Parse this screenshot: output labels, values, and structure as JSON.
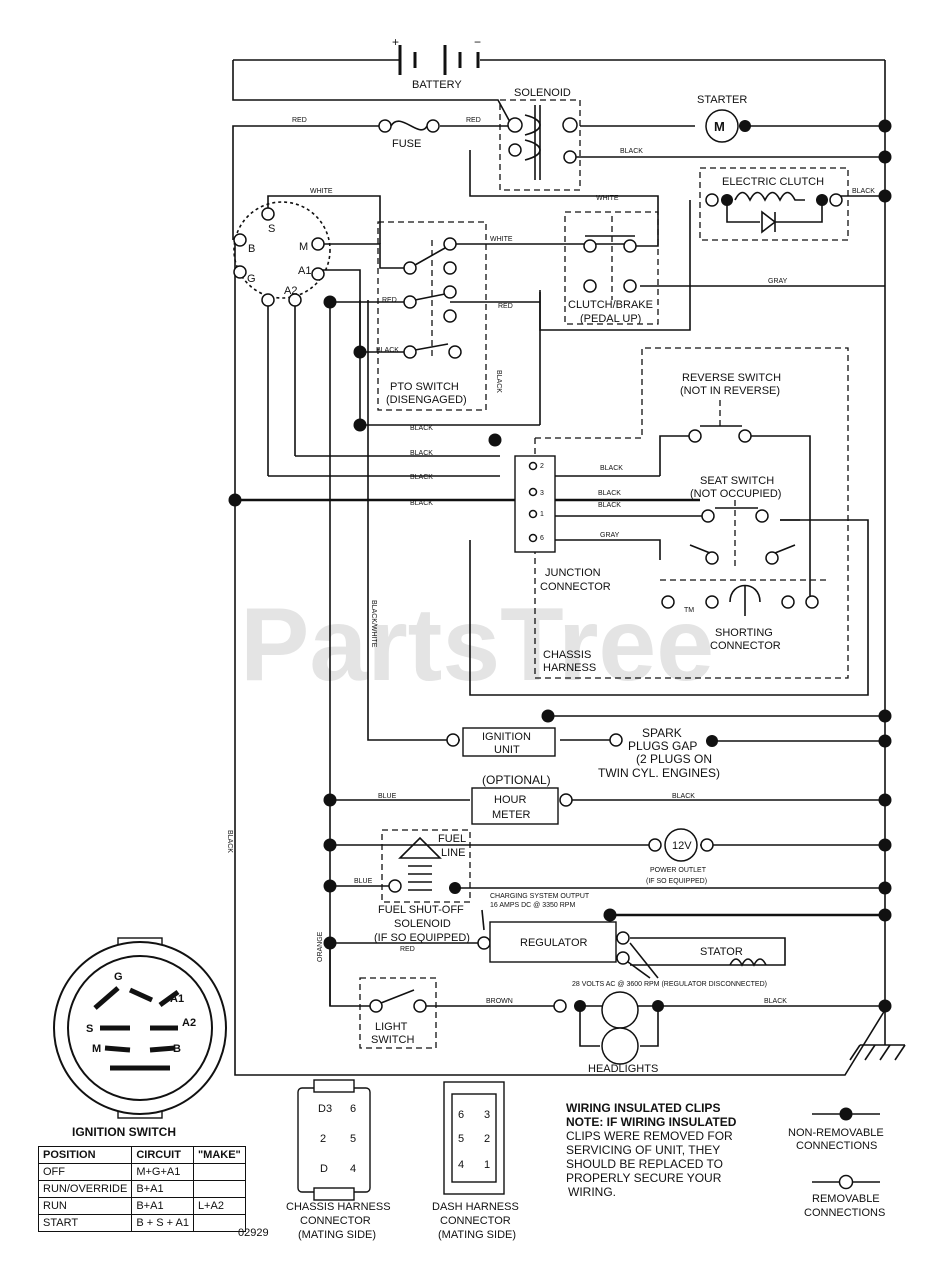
{
  "watermark": "PartsTree",
  "trademark": "TM",
  "drawing_number": "02929",
  "labels": {
    "battery": "BATTERY",
    "battery_plus": "+",
    "battery_minus": "−",
    "solenoid": "SOLENOID",
    "starter": "STARTER",
    "starter_m": "M",
    "fuse": "FUSE",
    "electric_clutch": "ELECTRIC CLUTCH",
    "clutch_brake_1": "CLUTCH/BRAKE",
    "clutch_brake_2": "(PEDAL UP)",
    "pto_switch_1": "PTO SWITCH",
    "pto_switch_2": "(DISENGAGED)",
    "reverse_switch_1": "REVERSE SWITCH",
    "reverse_switch_2": "(NOT IN REVERSE)",
    "seat_switch_1": "SEAT SWITCH",
    "seat_switch_2": "(NOT OCCUPIED)",
    "junction_connector_1": "JUNCTION",
    "junction_connector_2": "CONNECTOR",
    "shorting_connector_1": "SHORTING",
    "shorting_connector_2": "CONNECTOR",
    "chassis_harness_1": "CHASSIS",
    "chassis_harness_2": "HARNESS",
    "ignition_unit_1": "IGNITION",
    "ignition_unit_2": "UNIT",
    "spark_plugs_1": "SPARK",
    "spark_plugs_2": "PLUGS GAP",
    "spark_plugs_3": "(2 PLUGS ON",
    "spark_plugs_4": "TWIN CYL. ENGINES)",
    "optional": "(OPTIONAL)",
    "hour_meter_1": "HOUR",
    "hour_meter_2": "METER",
    "fuel_line_1": "FUEL",
    "fuel_line_2": "LINE",
    "power_outlet_12v": "12V",
    "power_outlet_1": "POWER OUTLET",
    "power_outlet_2": "(IF SO EQUIPPED)",
    "fuel_solenoid_1": "FUEL SHUT-OFF",
    "fuel_solenoid_2": "SOLENOID",
    "fuel_solenoid_3": "(IF SO EQUIPPED)",
    "charging_1": "CHARGING SYSTEM OUTPUT",
    "charging_2": "16 AMPS DC @ 3350 RPM",
    "regulator": "REGULATOR",
    "stator": "STATOR",
    "ac_volts": "28 VOLTS AC @ 3600 RPM (REGULATOR DISCONNECTED)",
    "light_switch_1": "LIGHT",
    "light_switch_2": "SWITCH",
    "headlights": "HEADLIGHTS",
    "ignition_switch": "IGNITION SWITCH",
    "chassis_connector_1": "CHASSIS HARNESS",
    "chassis_connector_2": "CONNECTOR",
    "chassis_connector_3": "(MATING SIDE)",
    "dash_connector_1": "DASH HARNESS",
    "dash_connector_2": "CONNECTOR",
    "dash_connector_3": "(MATING SIDE)",
    "clips_title": "WIRING INSULATED CLIPS",
    "clips_note_1": "NOTE: IF WIRING INSULATED",
    "clips_note_2": "CLIPS WERE REMOVED FOR",
    "clips_note_3": "SERVICING OF UNIT, THEY",
    "clips_note_4": "SHOULD BE REPLACED TO",
    "clips_note_5": "PROPERLY SECURE YOUR",
    "clips_note_6": "WIRING.",
    "non_removable_1": "NON-REMOVABLE",
    "non_removable_2": "CONNECTIONS",
    "removable_1": "REMOVABLE",
    "removable_2": "CONNECTIONS"
  },
  "wire_colors": {
    "red": "RED",
    "white": "WHITE",
    "black": "BLACK",
    "gray": "GRAY",
    "blue": "BLUE",
    "orange": "ORANGE",
    "brown": "BROWN",
    "black_white": "BLACK/WHITE"
  },
  "ignition_terminals": {
    "b": "B",
    "s": "S",
    "m": "M",
    "a1": "A1",
    "a2": "A2",
    "g": "G"
  },
  "junction_pins": {
    "p2": "2",
    "p3": "3",
    "p1": "1",
    "p6": "6"
  },
  "connector_pins": {
    "chassis": [
      "D3",
      "6",
      "2",
      "5",
      "D",
      "4"
    ],
    "dash": [
      "6",
      "3",
      "5",
      "2",
      "4",
      "1"
    ]
  },
  "ignition_table": {
    "headers": [
      "POSITION",
      "CIRCUIT",
      "\"MAKE\""
    ],
    "rows": [
      [
        "OFF",
        "M+G+A1",
        ""
      ],
      [
        "RUN/OVERRIDE",
        "B+A1",
        ""
      ],
      [
        "RUN",
        "B+A1",
        "L+A2"
      ],
      [
        "START",
        "B + S + A1",
        ""
      ]
    ]
  }
}
